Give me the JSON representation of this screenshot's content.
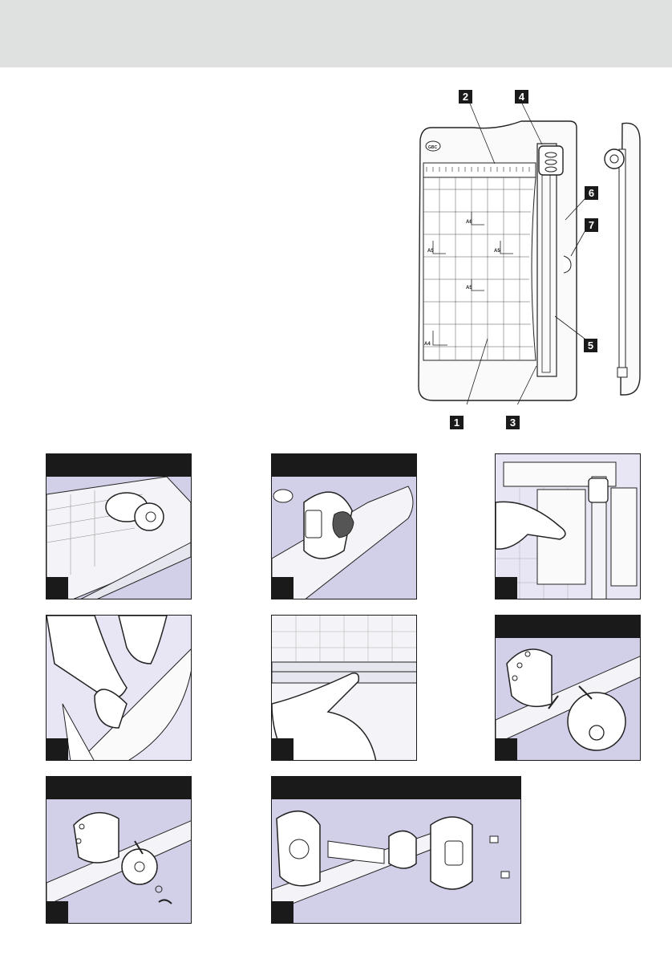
{
  "header": {
    "color": "#dfe1e1"
  },
  "diagram": {
    "callouts": [
      "1",
      "2",
      "3",
      "4",
      "5",
      "6",
      "7"
    ],
    "paper_sizes": [
      "A6",
      "A5",
      "A5",
      "A5",
      "A4"
    ],
    "brand_mark": "GBC"
  },
  "panels": {
    "count": 8,
    "background": "#d2d0e8",
    "bar_color": "#1a1a1a"
  }
}
